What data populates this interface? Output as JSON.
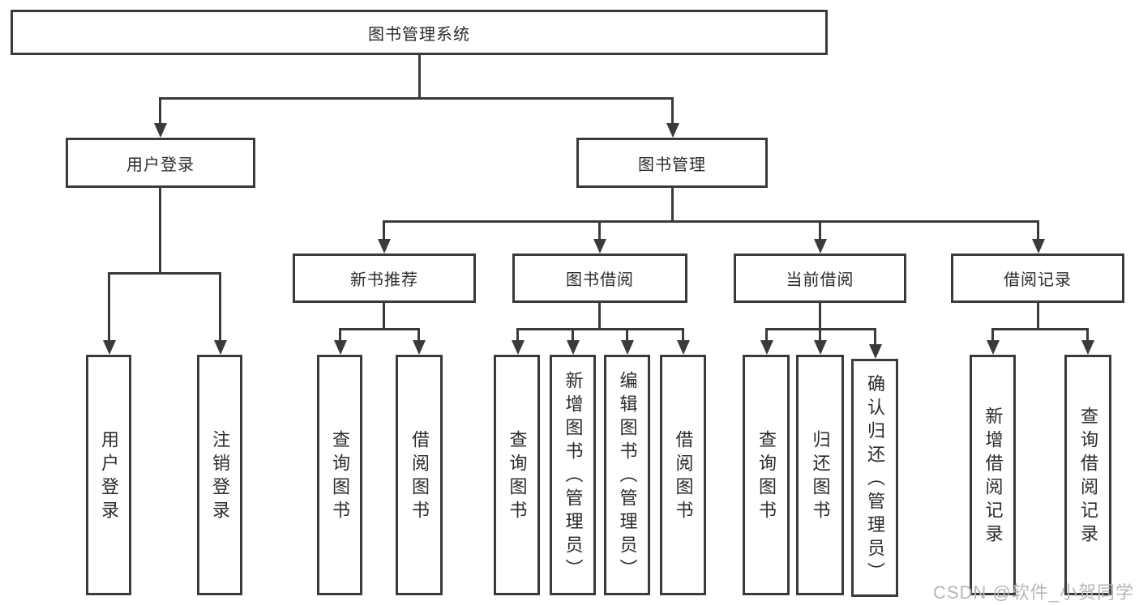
{
  "diagram": {
    "root": "图书管理系统",
    "user_login_branch": {
      "label": "用户登录",
      "children": [
        "用户登录",
        "注销登录"
      ]
    },
    "book_mgmt_branch": {
      "label": "图书管理",
      "modules": [
        {
          "label": "新书推荐",
          "children": [
            "查询图书",
            "借阅图书"
          ]
        },
        {
          "label": "图书借阅",
          "children": [
            "查询图书",
            "新增图书（管理员）",
            "编辑图书（管理员）",
            "借阅图书"
          ]
        },
        {
          "label": "当前借阅",
          "children": [
            "查询图书",
            "归还图书",
            "确认归还（管理员）"
          ]
        },
        {
          "label": "借阅记录",
          "children": [
            "新增借阅记录",
            "查询借阅记录"
          ]
        }
      ]
    },
    "watermark": "CSDN @软件_小贺同学",
    "colors": {
      "line": "#3a3a3a",
      "text": "#2b2b2b",
      "watermark": "#b6b6b6",
      "background": "#ffffff"
    }
  }
}
